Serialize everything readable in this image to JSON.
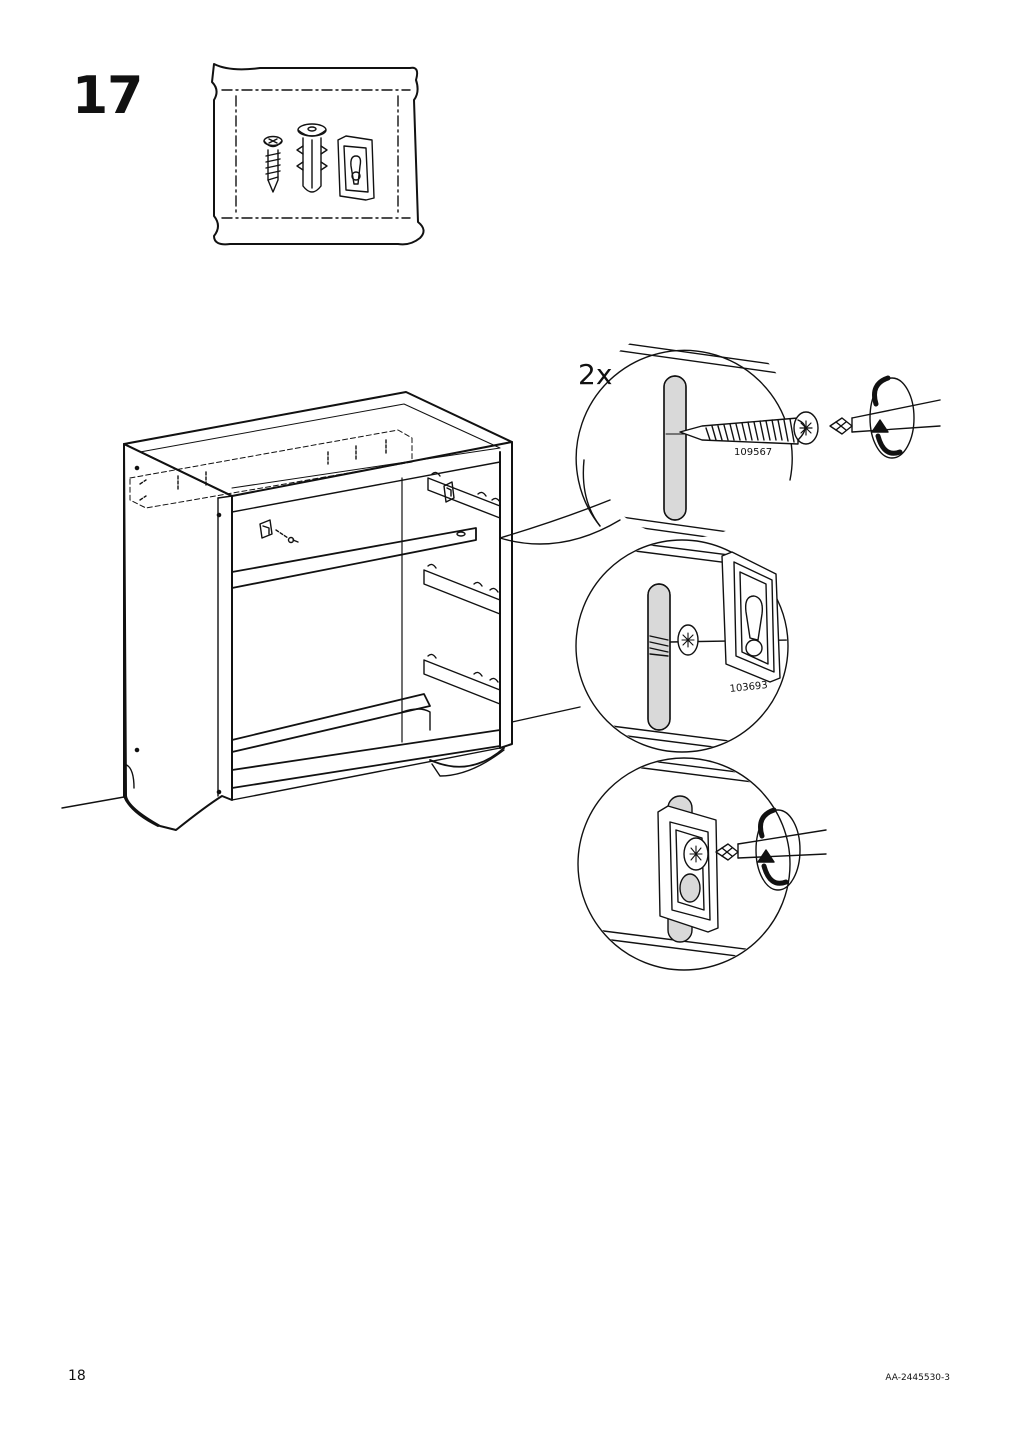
{
  "step": {
    "number": "17"
  },
  "quantity": "2x",
  "parts": {
    "screw_code": "109567",
    "bracket_code": "103693"
  },
  "footer": {
    "page_number": "18",
    "document_code": "AA-2445530-3"
  }
}
